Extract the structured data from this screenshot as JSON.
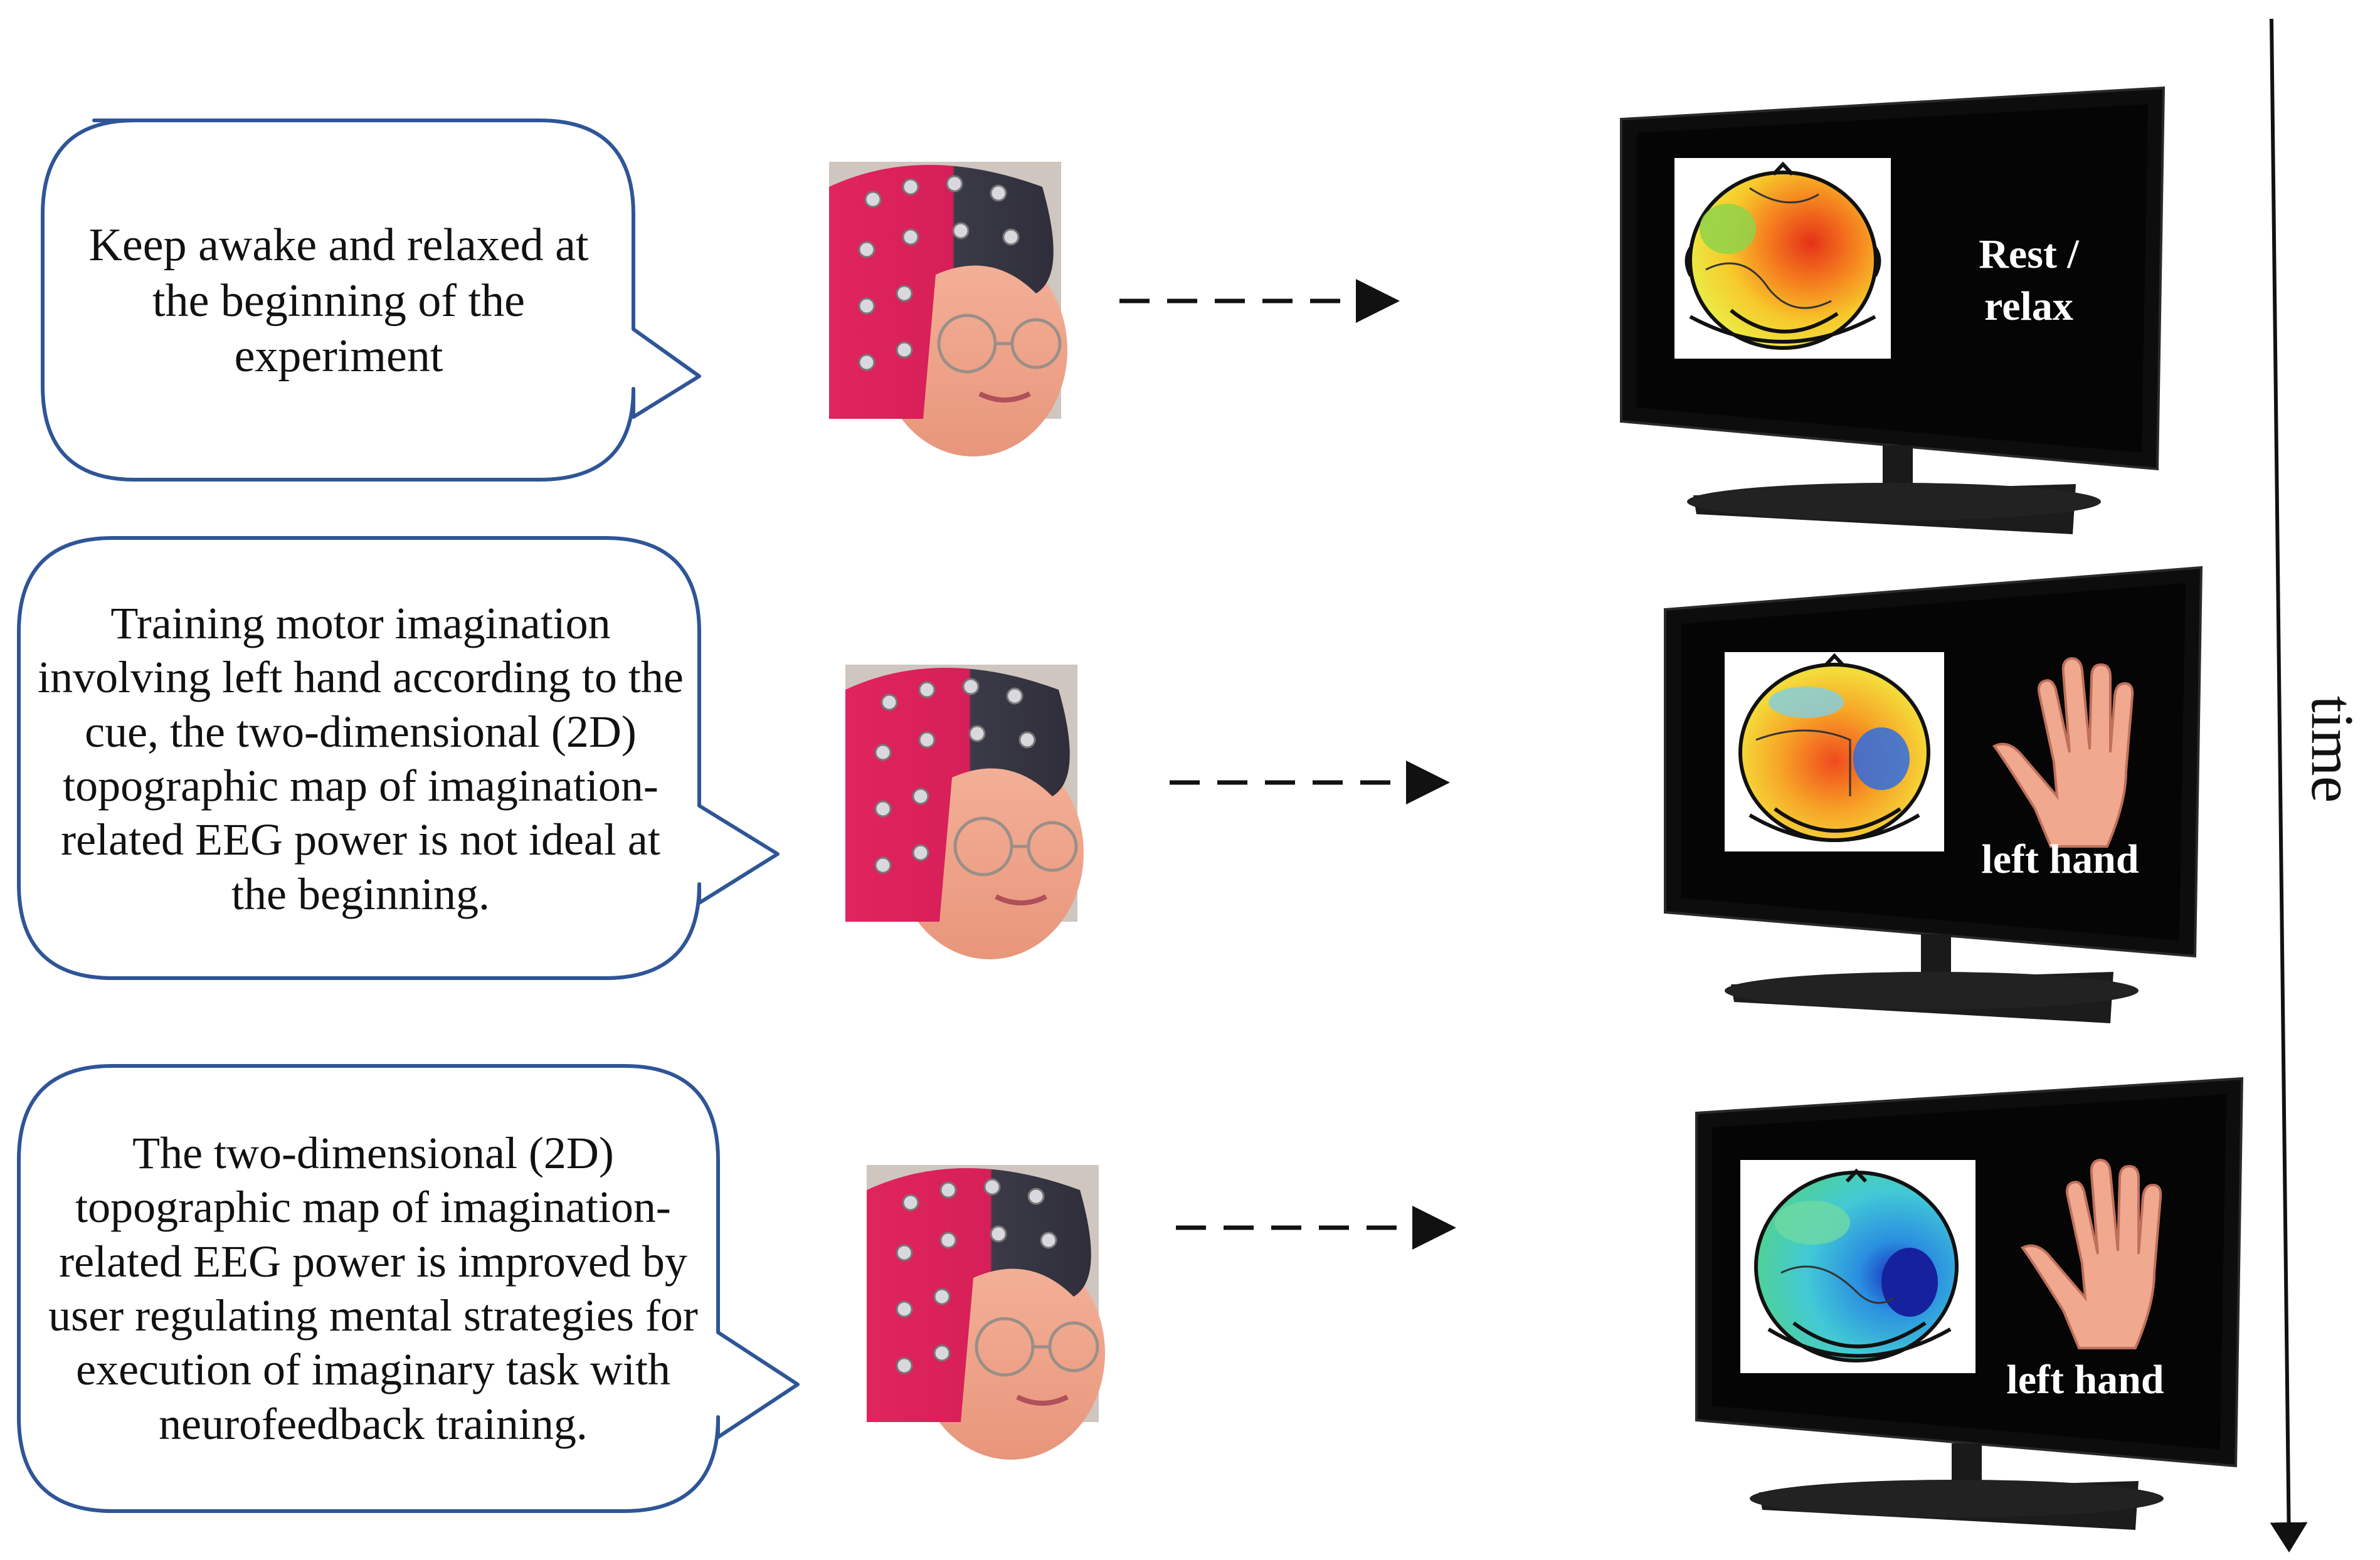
{
  "timeline": {
    "label": "time"
  },
  "steps": [
    {
      "instruction": "Keep awake and relaxed at the beginning of the experiment",
      "screen_label": "Rest / relax",
      "topomap": "mixed-warm",
      "cue_icon": "none"
    },
    {
      "instruction": "Training motor imagination involving left hand according to the cue, the two-dimensional (2D) topographic map of imagination-related EEG power is not ideal at the beginning.",
      "screen_label": "left hand",
      "topomap": "mostly-warm",
      "cue_icon": "left-hand-icon"
    },
    {
      "instruction": "The two-dimensional (2D) topographic map of imagination-related EEG power is improved by user regulating mental strategies for execution of imaginary task with neurofeedback training.",
      "screen_label": "left hand",
      "topomap": "mostly-cool",
      "cue_icon": "left-hand-icon"
    }
  ],
  "colors": {
    "bubble_border": "#2f5597",
    "monitor_body": "#111111",
    "skin": "#f0a98f"
  }
}
